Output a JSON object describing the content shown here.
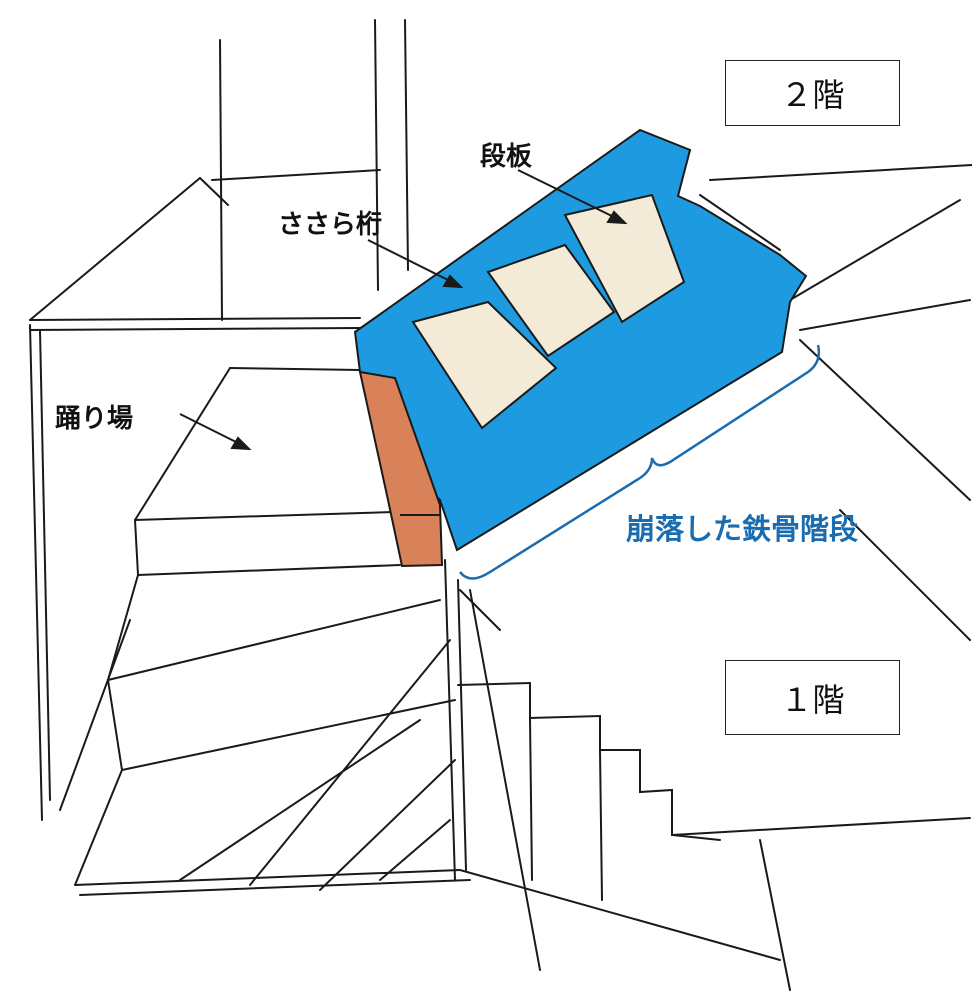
{
  "labels": {
    "floor2": "２階",
    "floor1": "１階",
    "tread": "段板",
    "stringer": "ささら桁",
    "landing": "踊り場",
    "collapsed_stair": "崩落した鉄骨階段"
  },
  "colors": {
    "steel_stair": "#1e9be0",
    "tread_fill": "#f3ead8",
    "column": "#d9825a",
    "annotation": "#1a6cb0",
    "line": "#1a1a1a"
  }
}
